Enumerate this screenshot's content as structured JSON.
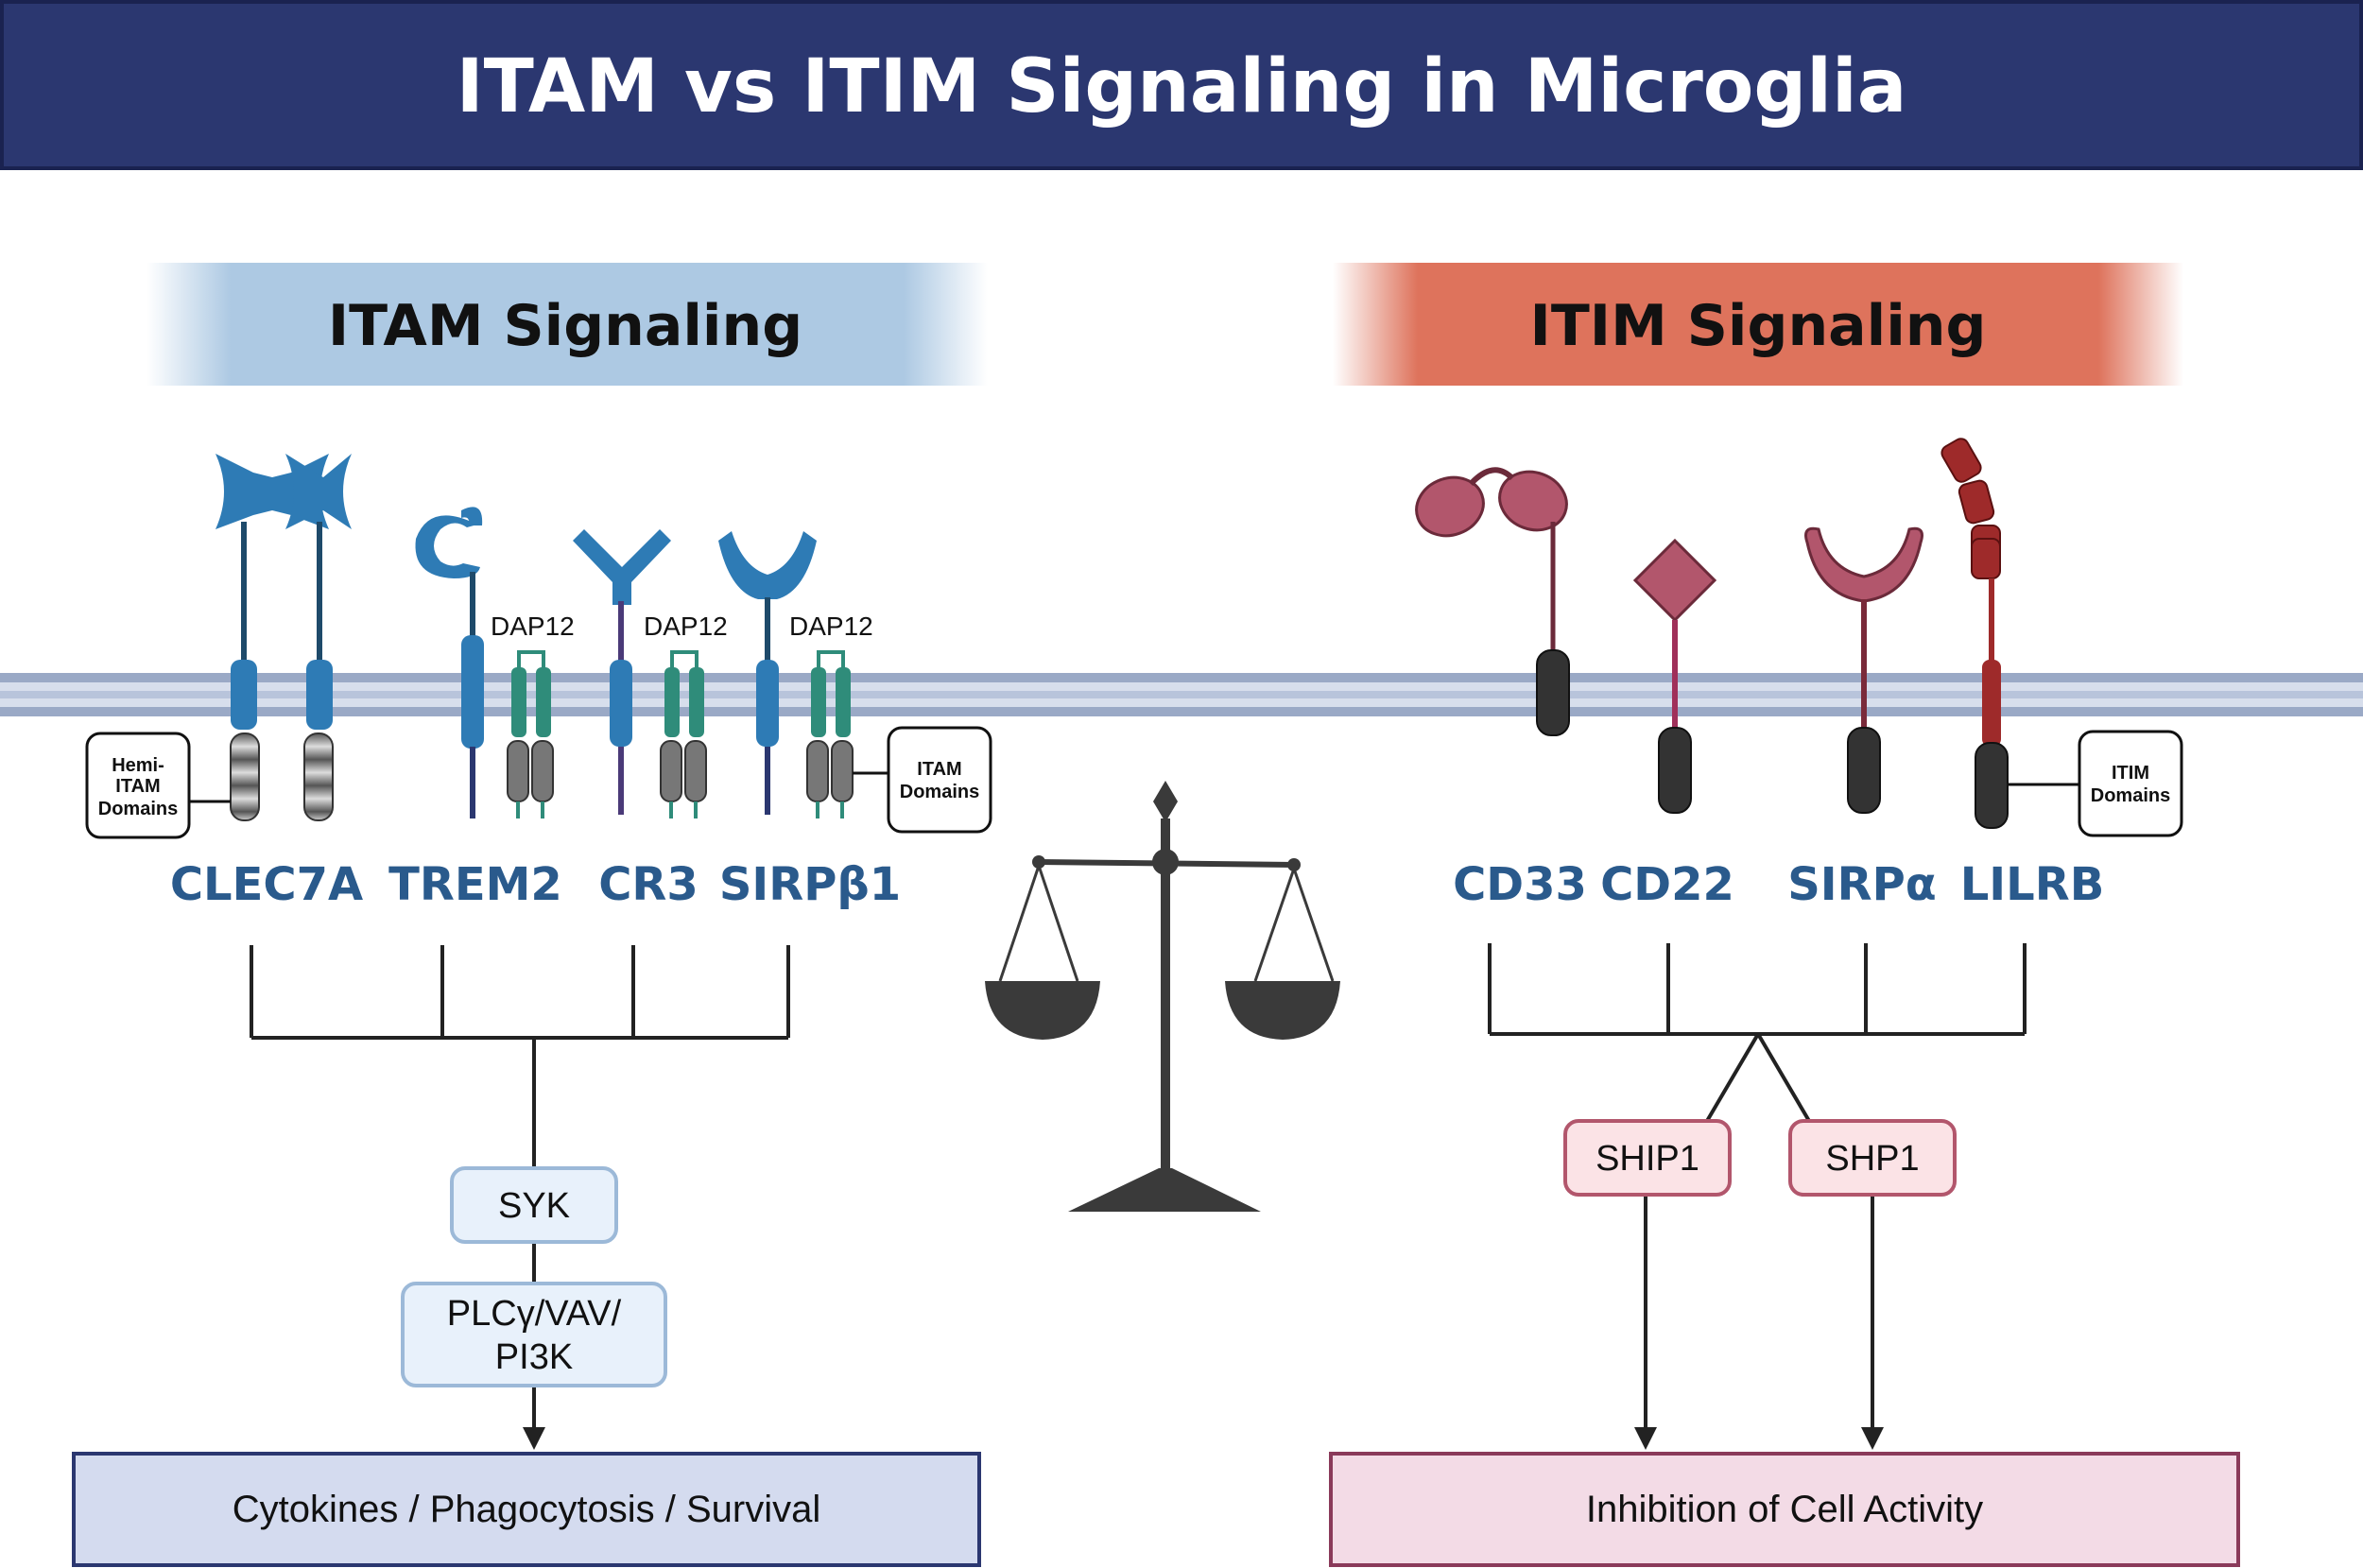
{
  "title": "ITAM vs ITIM Signaling in Microglia",
  "itam": {
    "heading": "ITAM Signaling",
    "adaptor_label": "DAP12",
    "hemi_box": [
      "Hemi-",
      "ITAM",
      "Domains"
    ],
    "itam_box": [
      "ITAM",
      "Domains"
    ],
    "receptors": [
      "CLEC7A",
      "TREM2",
      "CR3",
      "SIRPβ1"
    ],
    "node_syk": "SYK",
    "node_plc": [
      "PLCγ/VAV/",
      "PI3K"
    ],
    "outcome": "Cytokines / Phagocytosis / Survival"
  },
  "itim": {
    "heading": "ITIM Signaling",
    "itim_box": [
      "ITIM",
      "Domains"
    ],
    "receptors": [
      "CD33",
      "CD22",
      "SIRPα",
      "LILRB"
    ],
    "node_ship1": "SHIP1",
    "node_shp1": "SHP1",
    "outcome": "Inhibition of Cell Activity"
  },
  "colors": {
    "header_bg": "#2b3770",
    "itam_band": "#adc9e3",
    "itim_band": "#de735c",
    "itam_receptor": "#2e7bb5",
    "dap12": "#2f8c7a",
    "itim_receptor": "#b2566c",
    "lilrb": "#9e2a2a",
    "membrane": "#9aa9c6",
    "scale": "#3a3a3a"
  }
}
